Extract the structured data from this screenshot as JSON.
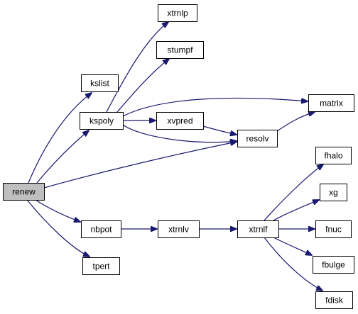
{
  "graph": {
    "root": "renew",
    "colors": {
      "edge": "#191970",
      "root_fill": "#bfbfbf",
      "node_fill": "#ffffff",
      "node_border": "#000000"
    },
    "nodes": [
      {
        "id": "renew",
        "label": "renew"
      },
      {
        "id": "kslist",
        "label": "kslist"
      },
      {
        "id": "kspoly",
        "label": "kspoly"
      },
      {
        "id": "xtrnlp",
        "label": "xtrnlp"
      },
      {
        "id": "stumpf",
        "label": "stumpf"
      },
      {
        "id": "xvpred",
        "label": "xvpred"
      },
      {
        "id": "matrix",
        "label": "matrix"
      },
      {
        "id": "resolv",
        "label": "resolv"
      },
      {
        "id": "nbpot",
        "label": "nbpot"
      },
      {
        "id": "xtrnlv",
        "label": "xtrnlv"
      },
      {
        "id": "xtrnlf",
        "label": "xtrnlf"
      },
      {
        "id": "tpert",
        "label": "tpert"
      },
      {
        "id": "fhalo",
        "label": "fhalo"
      },
      {
        "id": "xg",
        "label": "xg"
      },
      {
        "id": "fnuc",
        "label": "fnuc"
      },
      {
        "id": "fbulge",
        "label": "fbulge"
      },
      {
        "id": "fdisk",
        "label": "fdisk"
      }
    ],
    "edges": [
      {
        "from": "renew",
        "to": "kslist"
      },
      {
        "from": "renew",
        "to": "kspoly"
      },
      {
        "from": "renew",
        "to": "resolv"
      },
      {
        "from": "renew",
        "to": "nbpot"
      },
      {
        "from": "renew",
        "to": "tpert"
      },
      {
        "from": "kspoly",
        "to": "xtrnlp"
      },
      {
        "from": "kspoly",
        "to": "stumpf"
      },
      {
        "from": "kspoly",
        "to": "matrix"
      },
      {
        "from": "kspoly",
        "to": "xvpred"
      },
      {
        "from": "kspoly",
        "to": "resolv"
      },
      {
        "from": "xvpred",
        "to": "resolv"
      },
      {
        "from": "resolv",
        "to": "matrix"
      },
      {
        "from": "nbpot",
        "to": "xtrnlv"
      },
      {
        "from": "xtrnlv",
        "to": "xtrnlf"
      },
      {
        "from": "xtrnlf",
        "to": "fhalo"
      },
      {
        "from": "xtrnlf",
        "to": "xg"
      },
      {
        "from": "xtrnlf",
        "to": "fnuc"
      },
      {
        "from": "xtrnlf",
        "to": "fbulge"
      },
      {
        "from": "xtrnlf",
        "to": "fdisk"
      }
    ]
  }
}
